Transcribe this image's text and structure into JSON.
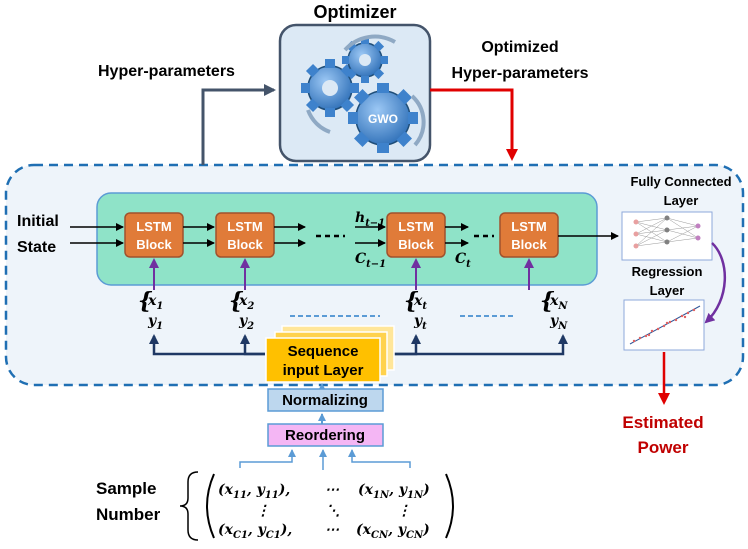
{
  "optimizer": {
    "title": "Optimizer",
    "algorithm": "GWO"
  },
  "labels": {
    "hyperparameters": "Hyper-parameters",
    "optimized_line1": "Optimized",
    "optimized_line2": "Hyper-parameters",
    "initial_line1": "Initial",
    "initial_line2": "State",
    "fully_connected_line1": "Fully Connected",
    "fully_connected_line2": "Layer",
    "regression_line1": "Regression",
    "regression_line2": "Layer",
    "estimated_line1": "Estimated",
    "estimated_line2": "Power",
    "sample_line1": "Sample",
    "sample_line2": "Number"
  },
  "lstm": {
    "line1": "LSTM",
    "line2": "Block",
    "blocks": 4,
    "h_label": "h",
    "h_sub": "t−1",
    "c_label": "C",
    "c_sub": "t−1",
    "ct_label": "C",
    "ct_sub": "t"
  },
  "inputs": [
    {
      "x": "x",
      "y": "y",
      "sub": "1"
    },
    {
      "x": "x",
      "y": "y",
      "sub": "2"
    },
    {
      "x": "x",
      "y": "y",
      "sub": "t"
    },
    {
      "x": "x",
      "y": "y",
      "sub": "N"
    }
  ],
  "sequence_input": {
    "line1": "Sequence",
    "line2": "input Layer"
  },
  "normalizing": "Normalizing",
  "reordering": "Reordering",
  "matrix": {
    "r1c1": "(x",
    "r1c1_sub": "11",
    "r1c1b": ", y",
    "r1c1b_sub": "11",
    "r1c1_end": "),",
    "dots_h": "⋯",
    "r1c3": "(x",
    "r1c3_sub": "1N",
    "r1c3b": ", y",
    "r1c3b_sub": "1N",
    "r1c3_end": ")",
    "dots_v": "⋮",
    "dots_d": "⋱",
    "r3c1": "(x",
    "r3c1_sub": "C1",
    "r3c1b": ", y",
    "r3c1b_sub": "C1",
    "r3c1_end": "),",
    "r3c3": "(x",
    "r3c3_sub": "CN",
    "r3c3b": ", y",
    "r3c3b_sub": "CN",
    "r3c3_end": ")"
  },
  "colors": {
    "lstm_block": "#E07B39",
    "lstm_border": "#A0522D",
    "lstm_panel": "#8FE3C8",
    "outer_panel": "#EEF4FA",
    "dashed_border": "#1F6FB3",
    "seq_layer": "#FFC000",
    "normalizing_bg": "#BDD7EE",
    "reordering_bg": "#F4B6F4",
    "gear": "#4A90D9",
    "red": "#E00000",
    "purple": "#7030A0",
    "navy": "#1F3864",
    "estimated_text": "#C00000"
  },
  "icons": [
    "gear-icon",
    "neural-network-icon",
    "scatter-plot-icon"
  ]
}
